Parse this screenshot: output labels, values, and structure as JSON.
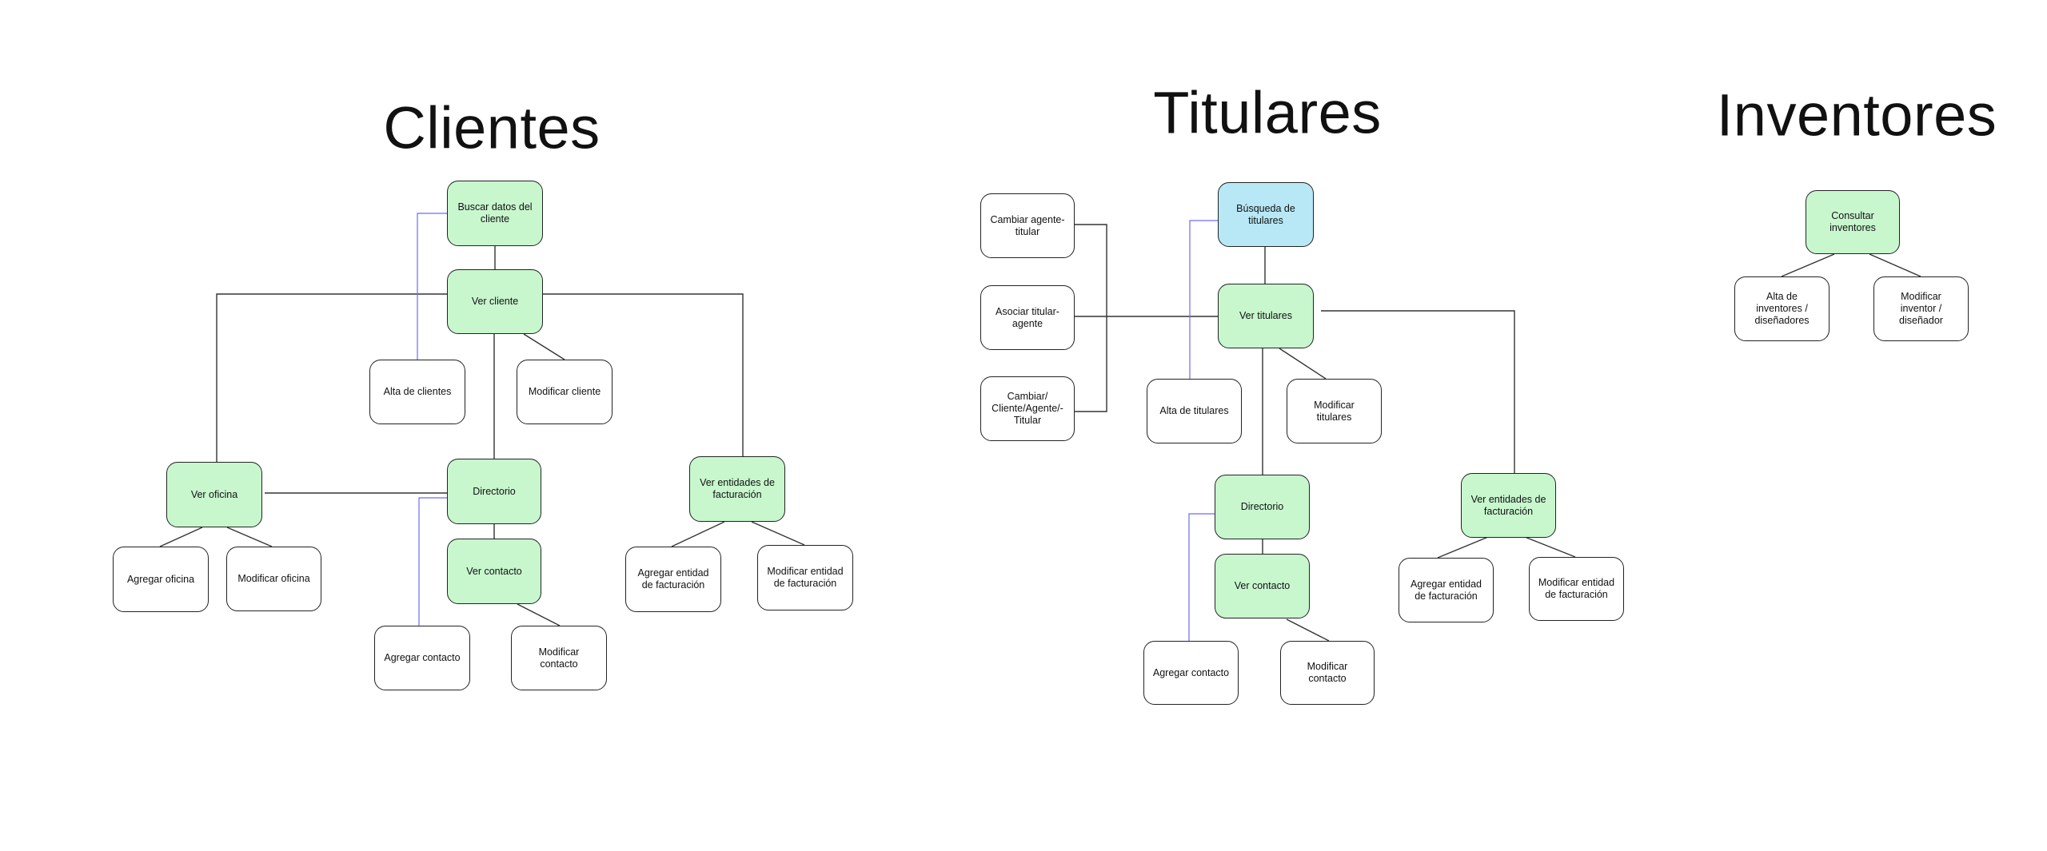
{
  "sections": {
    "clientes": {
      "title": "Clientes",
      "nodes": {
        "buscar": "Buscar datos del cliente",
        "ver_cliente": "Ver cliente",
        "alta": "Alta de clientes",
        "modificar": "Modificar cliente",
        "ver_oficina": "Ver oficina",
        "directorio": "Directorio",
        "ver_entidades": "Ver entidades de facturación",
        "agregar_oficina": "Agregar oficina",
        "modificar_oficina": "Modificar oficina",
        "ver_contacto": "Ver contacto",
        "agregar_entidad": "Agregar entidad de facturación",
        "modificar_entidad": "Modificar entidad de facturación",
        "agregar_contacto": "Agregar contacto",
        "modificar_contacto": "Modificar contacto"
      }
    },
    "titulares": {
      "title": "Titulares",
      "nodes": {
        "cambiar_agente": "Cambiar agente-titular",
        "asociar": "Asociar titular-agente",
        "cambiar_cliente": "Cambiar/ Cliente/Agente/- Titular",
        "busqueda": "Búsqueda de titulares",
        "ver_titulares": "Ver titulares",
        "alta": "Alta de titulares",
        "modificar": "Modificar titulares",
        "directorio": "Directorio",
        "ver_contacto": "Ver contacto",
        "agregar_contacto": "Agregar contacto",
        "modificar_contacto": "Modificar contacto",
        "ver_entidades": "Ver entidades de facturación",
        "agregar_entidad": "Agregar entidad de facturación",
        "modificar_entidad": "Modificar entidad de facturación"
      }
    },
    "inventores": {
      "title": "Inventores",
      "nodes": {
        "consultar": "Consultar inventores",
        "alta": "Alta de inventores / diseñadores",
        "modificar": "Modificar inventor / diseñador"
      }
    }
  },
  "colors": {
    "view_node": "#c8f7ce",
    "search_node": "#b8e8f6",
    "action_node": "#ffffff",
    "link": "#333333",
    "secondary_link": "#6b6bff"
  }
}
